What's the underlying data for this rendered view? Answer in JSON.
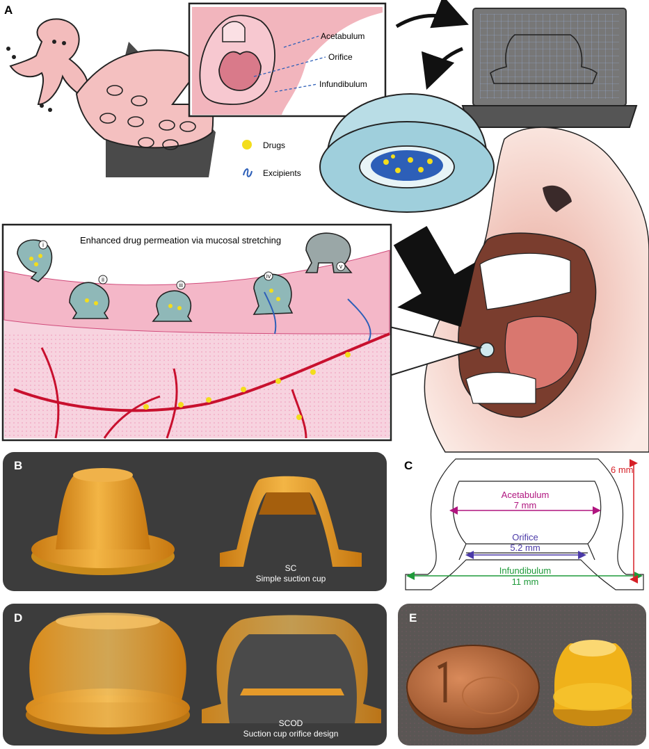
{
  "panels": {
    "a": {
      "label": "A",
      "anatomy": [
        "Acetabulum",
        "Orifice",
        "Infundibulum"
      ],
      "legend": {
        "drugs": "Drugs",
        "excipients": "Excipients"
      },
      "permeation_title": "Enhanced drug permeation  via mucosal stretching",
      "stages": [
        "i",
        "ii",
        "iii",
        "iv",
        "v"
      ]
    },
    "b": {
      "label": "B",
      "code": "SC",
      "name": "Simple suction cup"
    },
    "c": {
      "label": "C",
      "acetabulum": {
        "name": "Acetabulum",
        "size": "7 mm"
      },
      "orifice": {
        "name": "Orifice",
        "size": "5.2 mm"
      },
      "infundibulum": {
        "name": "Infundibulum",
        "size": "11 mm"
      },
      "height": "6 mm"
    },
    "d": {
      "label": "D",
      "code": "SCOD",
      "name": "Suction cup orifice design"
    },
    "e": {
      "label": "E"
    }
  },
  "colors": {
    "skin": "#f2b9b9",
    "drug_yellow": "#f3dd1c",
    "excipient_blue": "#2d5fb8",
    "cup_orange": "#e8a12a",
    "panel_dark": "#3c3c3c",
    "acetabulum_dim": "#b0157f",
    "orifice_dim": "#4b3aa8",
    "infundibulum_dim": "#1f9a3a",
    "height_dim": "#d61f26"
  }
}
